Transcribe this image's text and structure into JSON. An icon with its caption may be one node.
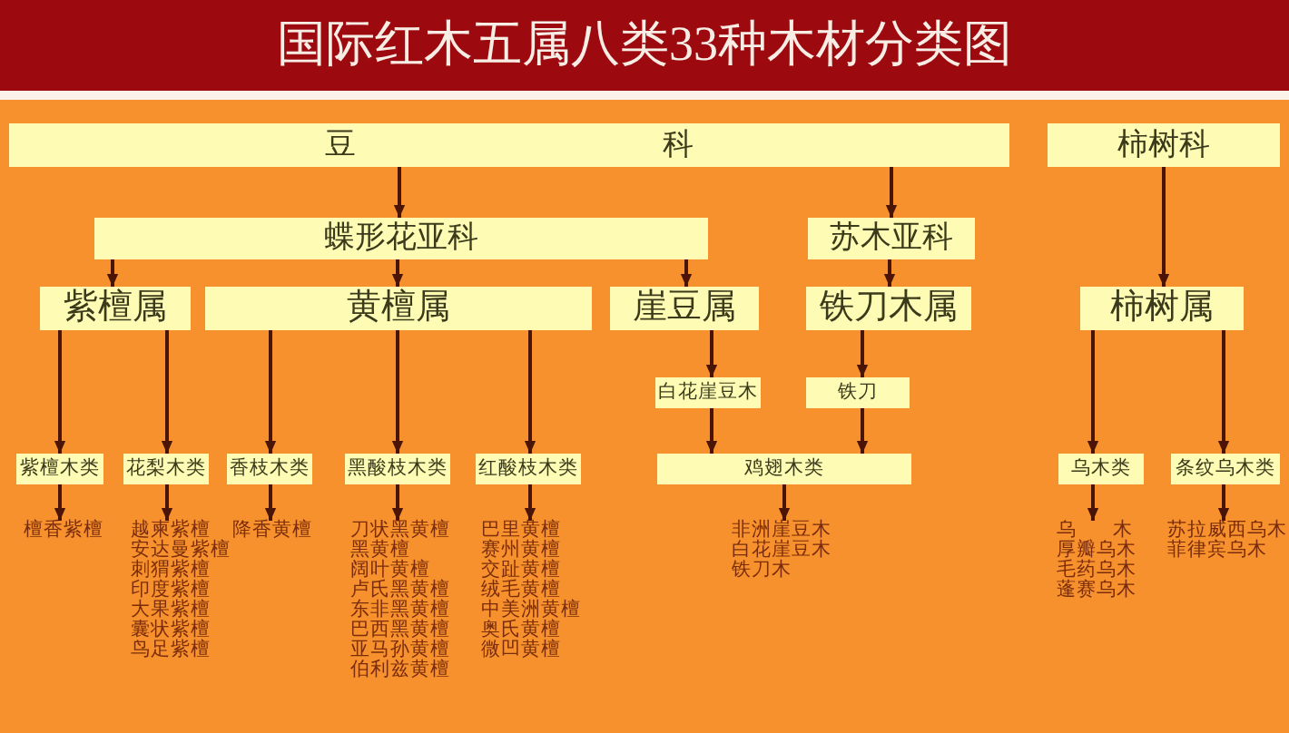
{
  "diagram": {
    "title": "国际红木五属八类33种木材分类图",
    "nodes": [
      {
        "text": [
          "豆 科"
        ]
      },
      {
        "text": [
          "柿树科"
        ]
      },
      {
        "text": [
          "蝶形花亚科"
        ]
      },
      {
        "text": [
          "苏木亚科"
        ]
      },
      {
        "text": [
          "紫檀属"
        ]
      },
      {
        "text": [
          "黄檀属"
        ]
      },
      {
        "text": [
          "崖豆属"
        ]
      },
      {
        "text": [
          "铁刀木属"
        ]
      },
      {
        "text": [
          "柿树属"
        ]
      },
      {
        "text": [
          "白花崖豆木"
        ]
      },
      {
        "text": [
          "铁刀"
        ]
      },
      {
        "text": [
          "紫檀木类"
        ]
      },
      {
        "text": [
          "花梨木类"
        ]
      },
      {
        "text": [
          "香枝木类"
        ]
      },
      {
        "text": [
          "黑酸枝木类"
        ]
      },
      {
        "text": [
          "红酸枝木类"
        ]
      },
      {
        "text": [
          "鸡翅木类"
        ]
      },
      {
        "text": [
          "乌木类"
        ]
      },
      {
        "text": [
          "条纹乌木类"
        ]
      },
      {
        "text": [
          "檀香紫檀"
        ]
      },
      {
        "text": [
          "越柬紫檀",
          "安达曼紫檀",
          "刺猬紫檀",
          "印度紫檀",
          "大果紫檀",
          "囊状紫檀",
          "鸟足紫檀"
        ]
      },
      {
        "text": [
          "降香黄檀"
        ]
      },
      {
        "text": [
          "刀状黑黄檀",
          "黑黄檀",
          "阔叶黄檀",
          "卢氏黑黄檀",
          "东非黑黄檀",
          "巴西黑黄檀",
          "亚马孙黄檀",
          "伯利兹黄檀"
        ]
      },
      {
        "text": [
          "巴里黄檀",
          "赛州黄檀",
          "交趾黄檀",
          "绒毛黄檀",
          "中美洲黄檀",
          "奥氏黄檀",
          "微凹黄檀"
        ]
      },
      {
        "text": [
          "非洲崖豆木",
          "白花崖豆木",
          "铁刀木"
        ]
      },
      {
        "text": [
          "乌 木",
          "厚瓣乌木",
          "毛药乌木",
          "蓬赛乌木"
        ]
      },
      {
        "text": [
          "苏拉威西乌木",
          "菲律宾乌木"
        ]
      }
    ],
    "edges": [
      {
        "from": 0,
        "to": 2,
        "arrow": "to"
      },
      {
        "from": 0,
        "to": 3,
        "arrow": "to"
      },
      {
        "from": 1,
        "to": 8,
        "arrow": "to"
      },
      {
        "from": 2,
        "to": 4,
        "arrow": "to"
      },
      {
        "from": 2,
        "to": 5,
        "arrow": "to"
      },
      {
        "from": 2,
        "to": 6,
        "arrow": "to"
      },
      {
        "from": 3,
        "to": 7,
        "arrow": "to"
      },
      {
        "from": 4,
        "to": 11,
        "arrow": "to"
      },
      {
        "from": 4,
        "to": 12,
        "arrow": "to"
      },
      {
        "from": 5,
        "to": 13,
        "arrow": "to"
      },
      {
        "from": 5,
        "to": 14,
        "arrow": "to"
      },
      {
        "from": 5,
        "to": 15,
        "arrow": "to"
      },
      {
        "from": 6,
        "to": 9,
        "arrow": "to"
      },
      {
        "from": 7,
        "to": 10,
        "arrow": "to"
      },
      {
        "from": 9,
        "to": 16,
        "arrow": "to"
      },
      {
        "from": 10,
        "to": 16,
        "arrow": "to"
      },
      {
        "from": 8,
        "to": 17,
        "arrow": "to"
      },
      {
        "from": 8,
        "to": 18,
        "arrow": "to"
      },
      {
        "from": 11,
        "to": 19,
        "arrow": "to"
      },
      {
        "from": 12,
        "to": 20,
        "arrow": "to"
      },
      {
        "from": 13,
        "to": 21,
        "arrow": "to"
      },
      {
        "from": 14,
        "to": 22,
        "arrow": "to"
      },
      {
        "from": 15,
        "to": 23,
        "arrow": "to"
      },
      {
        "from": 16,
        "to": 24,
        "arrow": "to"
      },
      {
        "from": 17,
        "to": 25,
        "arrow": "to"
      },
      {
        "from": 18,
        "to": 26,
        "arrow": "to"
      }
    ]
  }
}
